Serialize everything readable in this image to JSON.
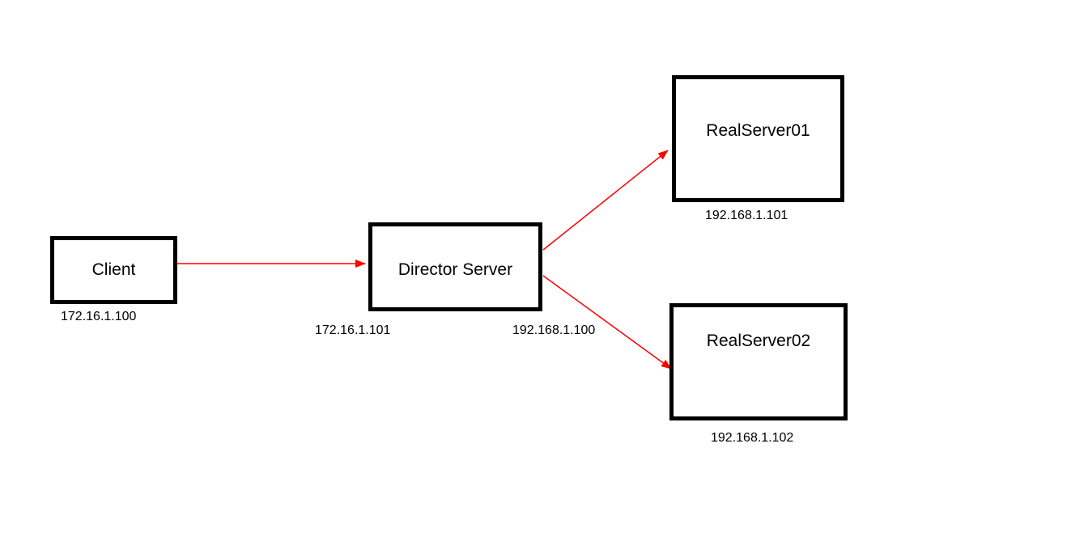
{
  "canvas": {
    "background": "#ffffff",
    "arrow_color": "#ff0000",
    "box_border_color": "#000000"
  },
  "nodes": {
    "client": {
      "label": "Client",
      "ip": "172.16.1.100"
    },
    "director": {
      "label": "Director Server",
      "ip_left": "172.16.1.101",
      "ip_right": "192.168.1.100"
    },
    "realserver01": {
      "label": "RealServer01",
      "ip": "192.168.1.101"
    },
    "realserver02": {
      "label": "RealServer02",
      "ip": "192.168.1.102"
    }
  },
  "connections": [
    {
      "from": "client",
      "to": "director"
    },
    {
      "from": "director",
      "to": "realserver01"
    },
    {
      "from": "director",
      "to": "realserver02"
    }
  ]
}
